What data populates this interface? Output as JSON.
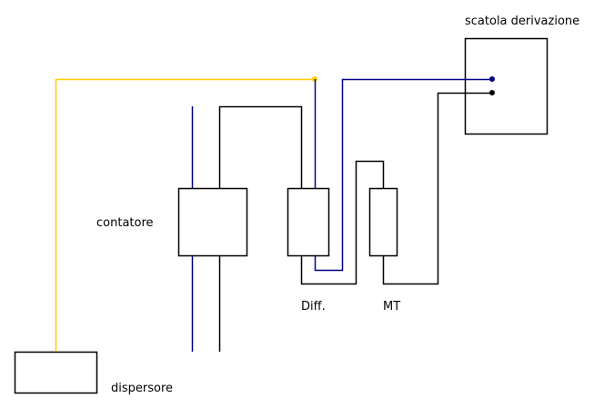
{
  "labels": {
    "junction_box": "scatola derivazione",
    "meter": "contatore",
    "differential": "Diff.",
    "thermal_breaker": "MT",
    "ground_electrode": "dispersore"
  },
  "colors": {
    "ground_wire": "#ffcc00",
    "neutral_wire": "#00008b",
    "phase_wire": "#000000",
    "box_stroke": "#000000"
  }
}
